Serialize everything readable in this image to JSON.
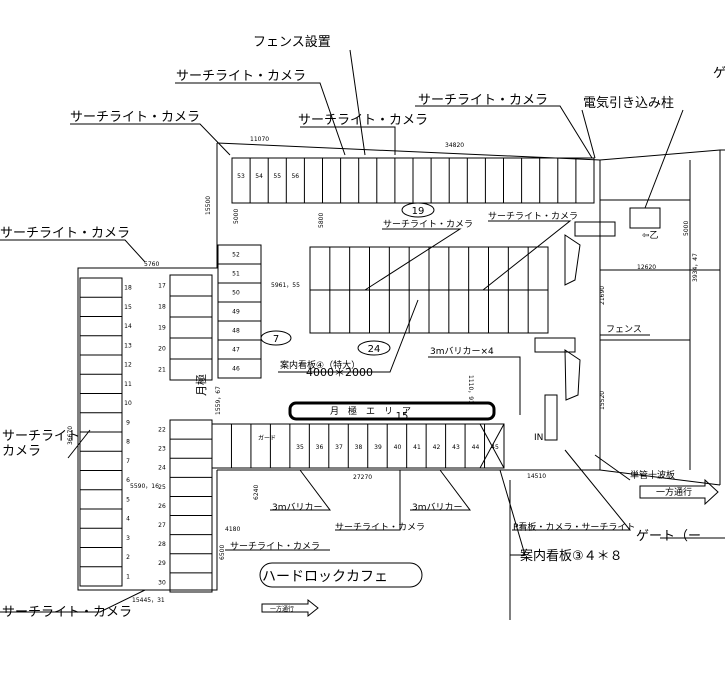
{
  "labels": {
    "fence_install": "フェンス設置",
    "searchlight_camera": "サーチライト・カメラ",
    "searchlight_camera_left_line1": "サーチライト",
    "searchlight_camera_left_line2": "カメラ",
    "electric_pole": "電気引き込み柱",
    "gate_top_partial": "ゲ",
    "guide_sign_4": "案内看板④（特大）",
    "guide_sign_4_size": "4000＊2000",
    "barricade_3m_x4": "3mバリカー×4",
    "barricade_3m": "3mバリカー",
    "fence": "フェンス",
    "single_pole_sign": "単管十波板",
    "one_way": "一方通行",
    "one_way_small": "一方通行",
    "gate": "ゲート（ー",
    "p_sign": "P看板・カメラ・サーチライト",
    "guide_sign_3": "案内看板③４＊８",
    "hard_rock_cafe": "ハードロックカフェ",
    "monthly_area": "月　極　エ　リ　ア",
    "monthly_vertical": "月極",
    "in_label": "IN",
    "ko": "⇦乙",
    "mark": "ガード"
  },
  "dimensions": {
    "d11070": "11070",
    "d34820": "34820",
    "d15500": "15500",
    "d5000a": "5000",
    "d5800": "5800",
    "d5760": "5760",
    "d36670": "36670",
    "d5590": "5590，16",
    "d15445": "15445，31",
    "d5961": "5961，55",
    "d1559": "1559，67",
    "d27270": "27270",
    "d6240": "6240",
    "d4180": "4180",
    "d6500": "6500",
    "d11106": "1110，91",
    "d12620": "12620",
    "d5000b": "5000",
    "d21690": "21690",
    "d15520": "15520",
    "d14510": "14510",
    "d3934": "3934，47"
  },
  "zones": {
    "z19": "19",
    "z7": "7",
    "z24": "24",
    "z15": "15"
  },
  "stalls": {
    "top_row": [
      "53",
      "54",
      "55",
      "56"
    ],
    "upper_center": [
      "52",
      "51",
      "50",
      "49",
      "48",
      "47",
      "46"
    ],
    "left_col_a": [
      "18",
      "15",
      "14",
      "13",
      "12",
      "11",
      "10",
      "9",
      "8",
      "7",
      "6",
      "5",
      "4",
      "3",
      "2",
      "1"
    ],
    "left_col_b": [
      "17",
      "18",
      "19",
      "20",
      "21"
    ],
    "mid_col": [
      "22",
      "23",
      "24",
      "25",
      "26",
      "27",
      "28",
      "29",
      "30"
    ],
    "bottom_row": [
      "35",
      "36",
      "37",
      "38",
      "39",
      "40",
      "41",
      "42",
      "43",
      "44",
      "45"
    ]
  }
}
